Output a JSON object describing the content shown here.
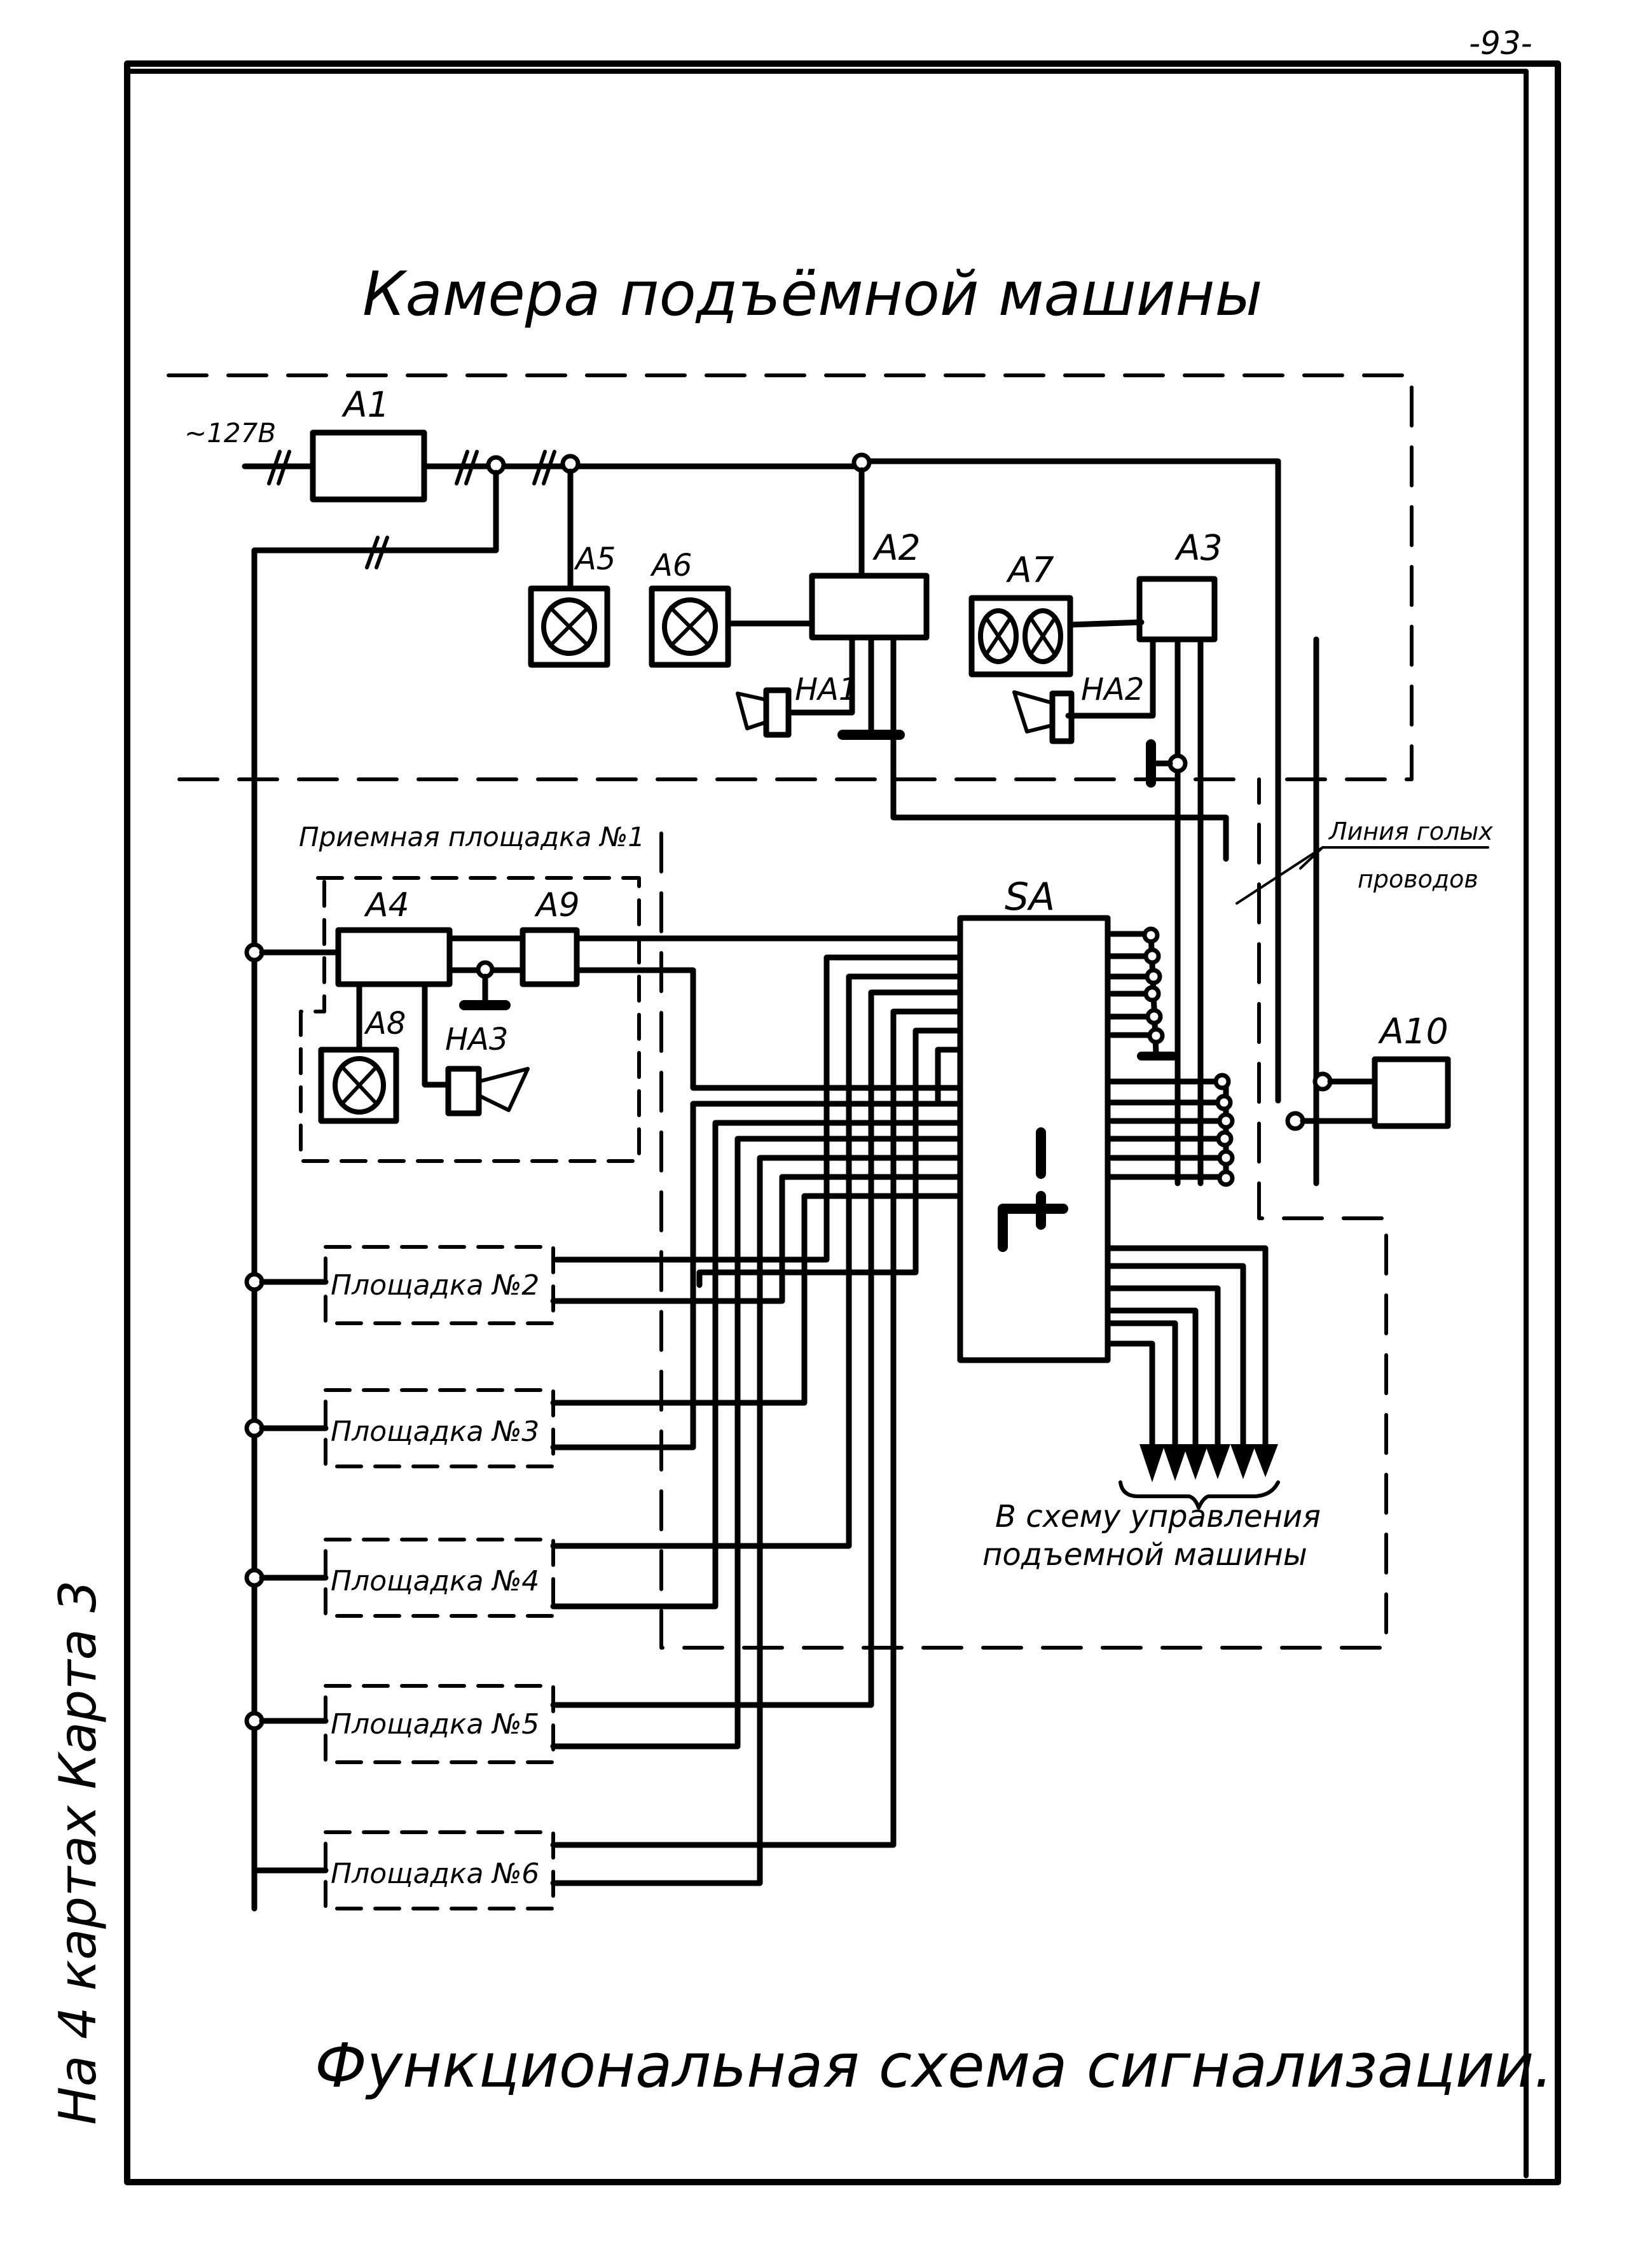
{
  "page_number": "-93-",
  "title_top": "Камера подъёмной машины",
  "title_bottom": "Функциональная схема сигнализации.",
  "side_note": "На 4 картах Карта 3",
  "supply": {
    "voltage_label": "~127В"
  },
  "components": {
    "A1": "A1",
    "A2": "A2",
    "A3": "A3",
    "A4": "A4",
    "A5": "A5",
    "A6": "A6",
    "A7": "A7",
    "A8": "A8",
    "A9": "A9",
    "A10": "A10",
    "HA1": "HA1",
    "HA2": "HA2",
    "HA3": "HA3",
    "SA": "SA"
  },
  "zones": {
    "receiving_platform": "Приемная площадка №1",
    "bare_wire_line": [
      "Линия голых",
      "проводов"
    ],
    "control_output": [
      "В схему управления",
      "подъемной машины"
    ]
  },
  "platforms": [
    {
      "label": "Площадка №2"
    },
    {
      "label": "Площадка №3"
    },
    {
      "label": "Площадка №4"
    },
    {
      "label": "Площадка №5"
    },
    {
      "label": "Площадка №6"
    }
  ],
  "sa_outputs_count": 6
}
